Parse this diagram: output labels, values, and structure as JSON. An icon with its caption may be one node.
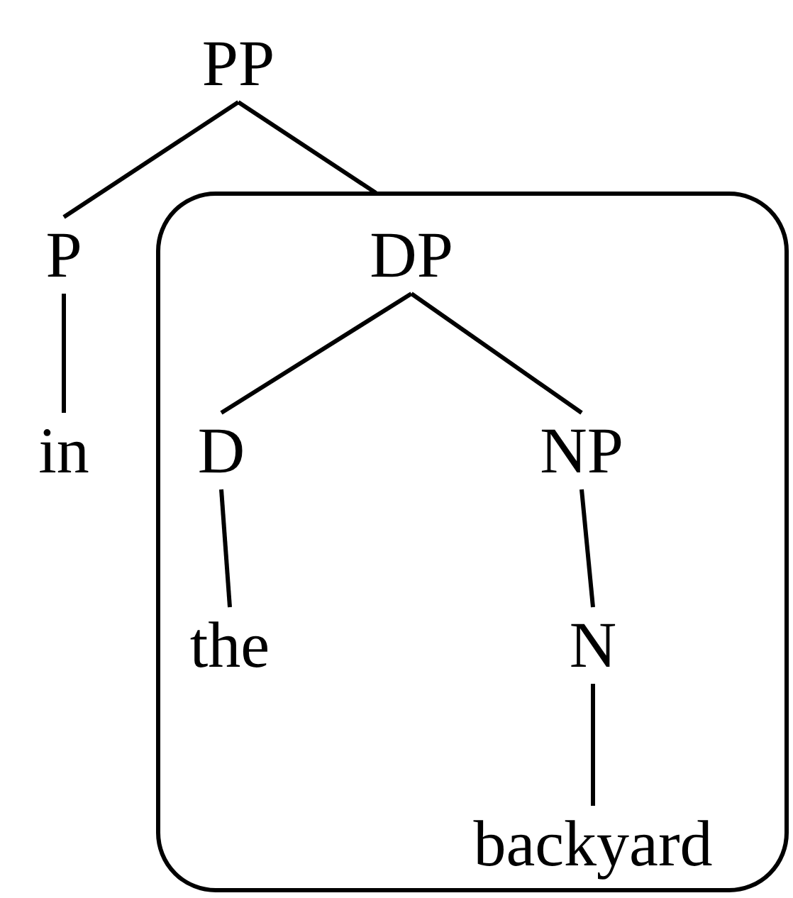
{
  "diagram": {
    "nodes": [
      {
        "text": [
          "PP"
        ]
      },
      {
        "text": [
          "P"
        ]
      },
      {
        "text": [],
        "shape": "box"
      },
      {
        "text": [
          "DP"
        ],
        "in": 2
      },
      {
        "text": [
          "in"
        ]
      },
      {
        "text": [
          "D"
        ],
        "in": 2
      },
      {
        "text": [
          "NP"
        ],
        "in": 2
      },
      {
        "text": [
          "the"
        ],
        "in": 2
      },
      {
        "text": [
          "N"
        ],
        "in": 2
      },
      {
        "text": [
          "backyard"
        ],
        "in": 2
      }
    ],
    "edges": [
      {
        "from": 0,
        "to": 1,
        "arrow": "none"
      },
      {
        "from": 0,
        "to": 2,
        "arrow": "none"
      },
      {
        "from": 1,
        "to": 4,
        "arrow": "none"
      },
      {
        "from": 3,
        "to": 5,
        "arrow": "none"
      },
      {
        "from": 3,
        "to": 6,
        "arrow": "none"
      },
      {
        "from": 5,
        "to": 7,
        "arrow": "none"
      },
      {
        "from": 6,
        "to": 8,
        "arrow": "none"
      },
      {
        "from": 8,
        "to": 9,
        "arrow": "none"
      }
    ]
  }
}
